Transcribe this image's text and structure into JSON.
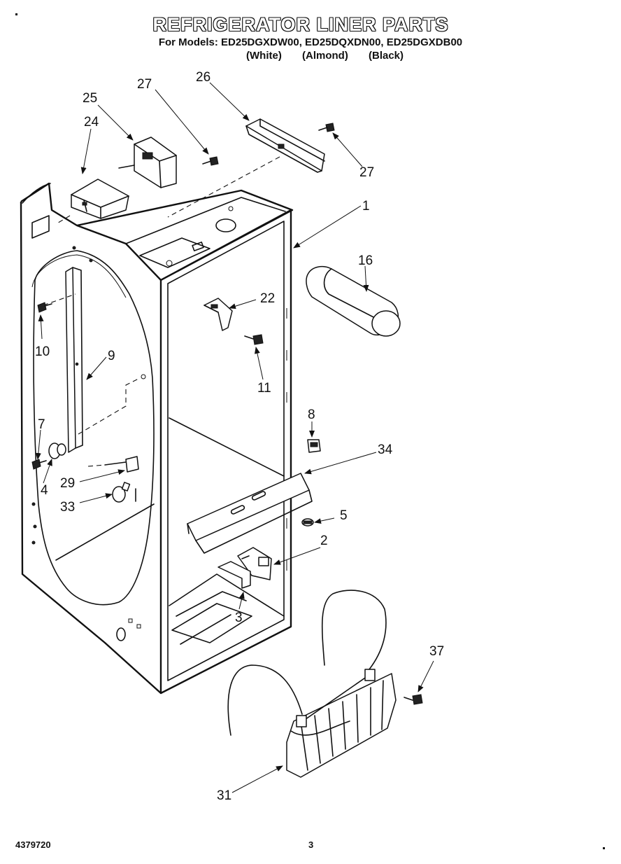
{
  "header": {
    "title": "REFRIGERATOR LINER PARTS",
    "models": "For Models: ED25DGXDW00, ED25DQXDN00, ED25DGXDB00",
    "color_white": "(White)",
    "color_almond": "(Almond)",
    "color_black": "(Black)"
  },
  "callouts": {
    "p1": "1",
    "p2": "2",
    "p3": "3",
    "p4": "4",
    "p5": "5",
    "p7": "7",
    "p8": "8",
    "p9": "9",
    "p10": "10",
    "p11": "11",
    "p16": "16",
    "p22": "22",
    "p24": "24",
    "p25": "25",
    "p26": "26",
    "p27a": "27",
    "p27b": "27",
    "p29": "29",
    "p31": "31",
    "p33": "33",
    "p34": "34",
    "p37": "37"
  },
  "footer": {
    "doc_number": "4379720",
    "page_number": "3"
  }
}
